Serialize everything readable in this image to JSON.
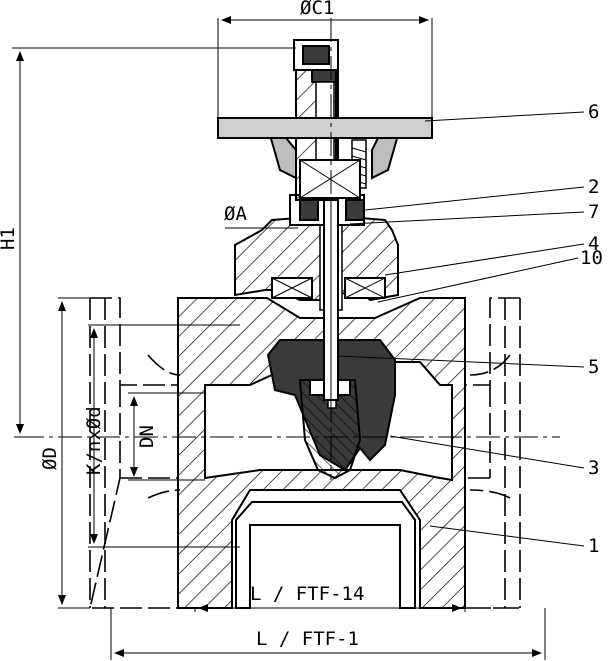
{
  "dimensions": {
    "c1": "ØC1",
    "a": "ØA",
    "h1": "H1",
    "d": "ØD",
    "k": "K/nxØd",
    "dn": "DN",
    "ftf14": "L / FTF-14",
    "ftf1": "L / FTF-1"
  },
  "parts": [
    "6",
    "2",
    "7",
    "4",
    "10",
    "5",
    "3",
    "1"
  ]
}
